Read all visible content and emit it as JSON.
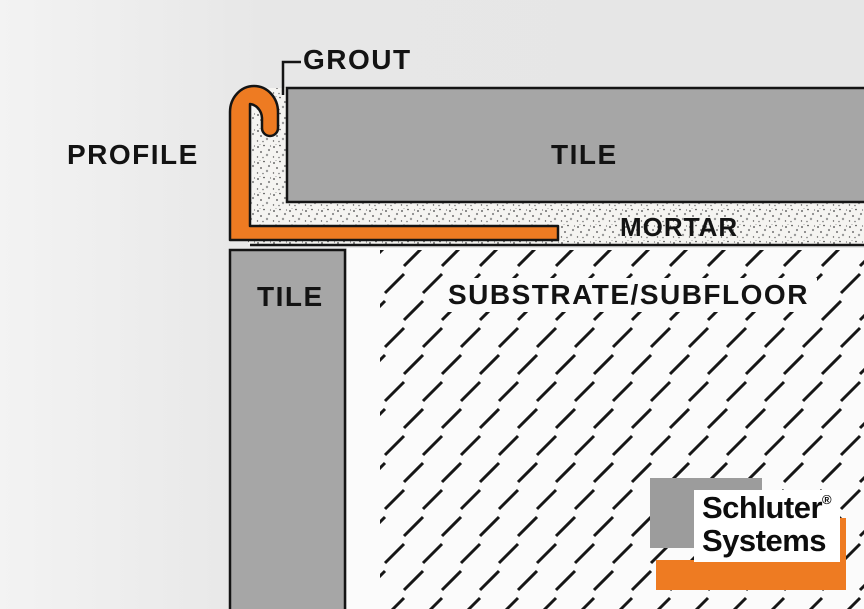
{
  "diagram": {
    "labels": {
      "grout": "GROUT",
      "profile": "PROFILE",
      "tile_top": "TILE",
      "mortar": "MORTAR",
      "tile_left": "TILE",
      "substrate": "SUBSTRATE/SUBFLOOR"
    },
    "colors": {
      "profile_orange": "#ee7b22",
      "tile_gray": "#a6a6a6",
      "outline_black": "#141414",
      "background": "#e9e9e9",
      "mortar_bg": "#f5f4f1",
      "substrate_bg": "#fbfbfb",
      "logo_gray": "#9c9c9c"
    },
    "logo": {
      "line1": "Schluter",
      "registered": "®",
      "line2": "Systems"
    }
  }
}
